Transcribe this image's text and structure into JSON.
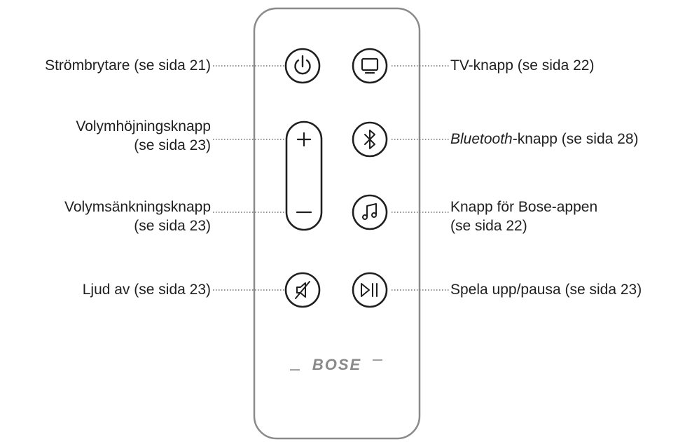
{
  "brand": {
    "logo_text": "BOSE"
  },
  "labels": {
    "power": "Strömbrytare (se sida 21)",
    "tv": "TV-knapp (se sida 22)",
    "volume_up_line1": "Volymhöjningsknapp",
    "volume_up_line2": "(se sida 23)",
    "bluetooth_italic": "Bluetooth",
    "bluetooth_rest": "-knapp (se sida 28)",
    "volume_down_line1": "Volymsänkningsknapp",
    "volume_down_line2": "(se sida 23)",
    "bose_app_line1": "Knapp för Bose-appen",
    "bose_app_line2": "(se sida 22)",
    "mute": "Ljud av (se sida 23)",
    "play_pause": "Spela upp/pausa (se sida 23)"
  },
  "icons": {
    "power": "power-icon",
    "tv": "tv-icon",
    "volume_up": "plus-icon",
    "volume_down": "minus-icon",
    "bluetooth": "bluetooth-icon",
    "music": "music-note-icon",
    "mute": "mute-icon",
    "play_pause": "play-pause-icon"
  },
  "colors": {
    "outline": "#1f1f1f",
    "remote_border": "#8a8a8a",
    "leader": "#6f6f6f"
  }
}
